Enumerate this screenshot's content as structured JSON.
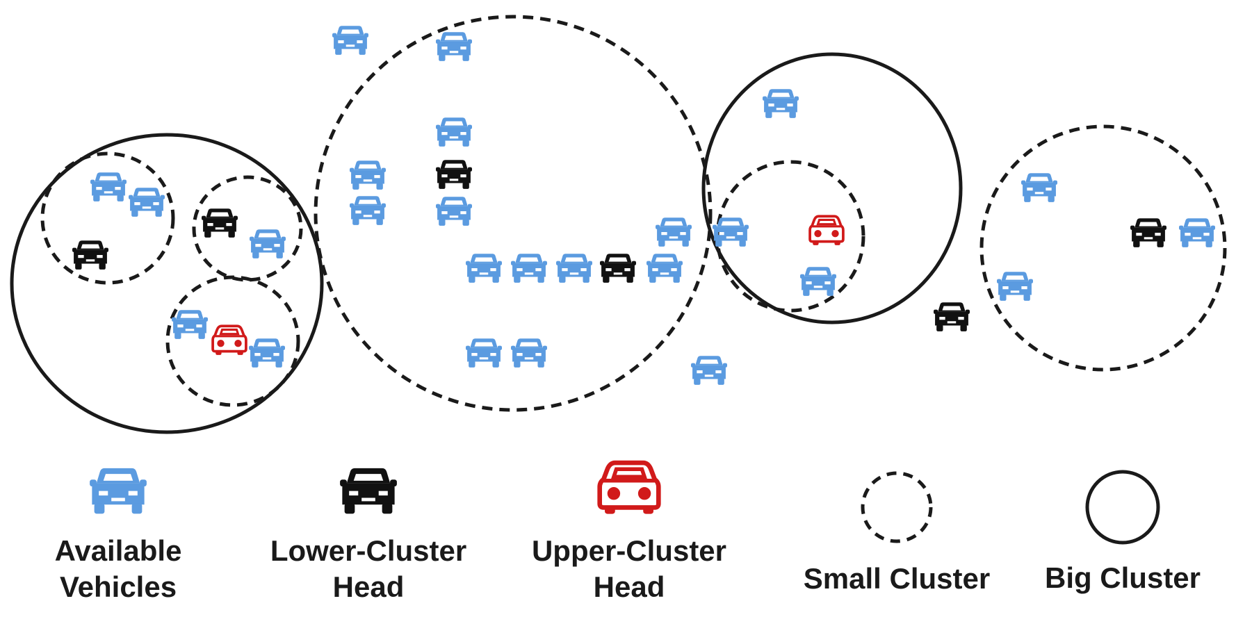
{
  "colors": {
    "available": "#5b9be0",
    "lower_head": "#111111",
    "upper_head": "#d11a1a",
    "cluster_stroke": "#1a1a1a"
  },
  "icons": {
    "available": "car-front-filled-icon",
    "lower_head": "car-front-filled-icon",
    "upper_head": "car-front-outline-icon"
  },
  "legend": {
    "available": {
      "line1": "Available",
      "line2": "Vehicles"
    },
    "lower_head": {
      "line1": "Lower-Cluster",
      "line2": "Head"
    },
    "upper_head": {
      "line1": "Upper-Cluster",
      "line2": "Head"
    },
    "small_cluster": {
      "label": "Small Cluster"
    },
    "big_cluster": {
      "label": "Big Cluster"
    }
  }
}
